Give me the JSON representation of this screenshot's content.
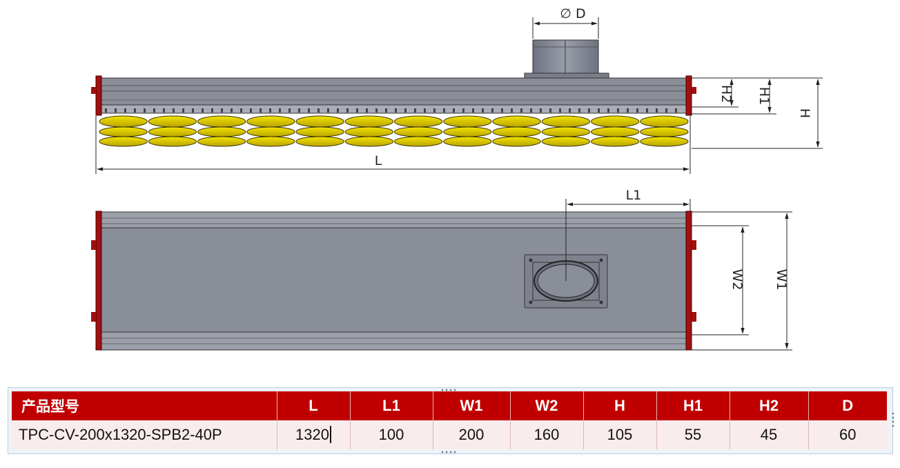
{
  "dimension_labels": {
    "diameter": "∅ D",
    "length": "L",
    "l1": "L1",
    "h": "H",
    "h1": "H1",
    "h2": "H2",
    "w1": "W1",
    "w2": "W2"
  },
  "spec_table": {
    "headers": [
      "产品型号",
      "L",
      "L1",
      "W1",
      "W2",
      "H",
      "H1",
      "H2",
      "D"
    ],
    "row": [
      "TPC-CV-200x1320-SPB2-40P",
      "1320",
      "100",
      "200",
      "160",
      "105",
      "55",
      "45",
      "60"
    ]
  },
  "colors": {
    "header_red": "#c00000",
    "suction_cup_yellow": "#e8d200",
    "body_gray": "#8a8e99",
    "end_cap_red": "#a01010"
  }
}
